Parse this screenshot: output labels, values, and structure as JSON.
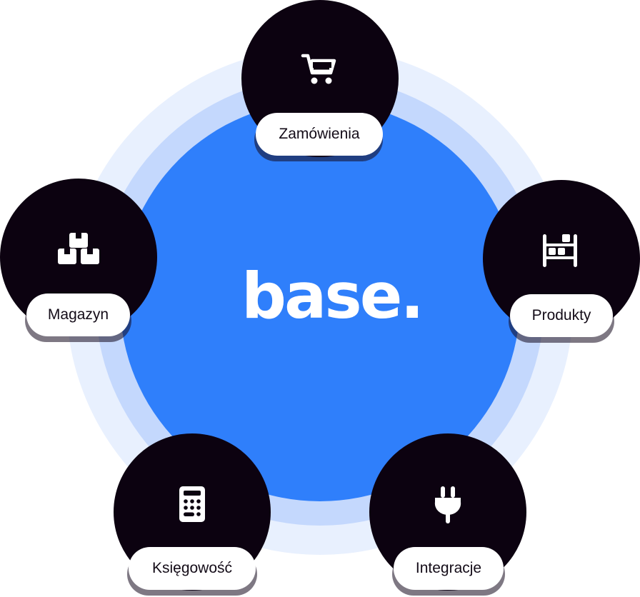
{
  "logo": {
    "text": "base."
  },
  "colors": {
    "core": "#2f7ffb",
    "ring_mid": "#c4d8fd",
    "ring_outer": "#e8f0fe",
    "node": "#0c0210",
    "pill": "#ffffff",
    "label_text": "#140c18"
  },
  "nodes": [
    {
      "id": "zamowienia",
      "label": "Zamówienia",
      "icon": "shopping-cart-icon"
    },
    {
      "id": "produkty",
      "label": "Produkty",
      "icon": "shelf-boxes-icon"
    },
    {
      "id": "integracje",
      "label": "Integracje",
      "icon": "plug-icon"
    },
    {
      "id": "ksiegowosc",
      "label": "Księgowość",
      "icon": "calculator-icon"
    },
    {
      "id": "magazyn",
      "label": "Magazyn",
      "icon": "stacked-boxes-icon"
    }
  ]
}
